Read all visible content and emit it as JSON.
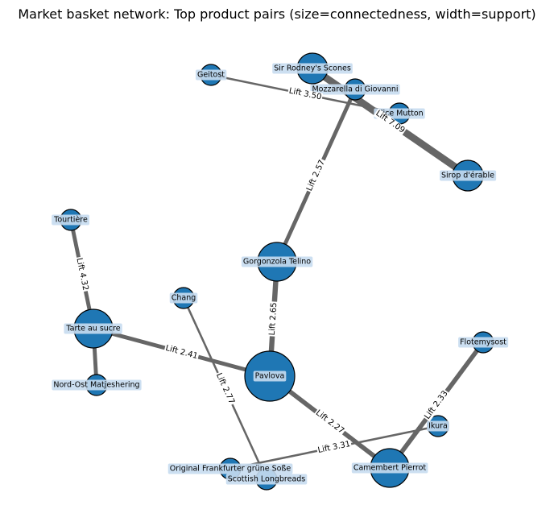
{
  "chart_data": {
    "type": "network",
    "title": "Market basket network: Top product pairs (size=connectedness, width=support)",
    "colors": {
      "node_fill": "#1f77b4",
      "node_stroke": "#000000",
      "edge": "#666666",
      "label_box": "#c7dcef"
    },
    "nodes": [
      {
        "id": "pavlova",
        "label": "Pavlova",
        "degree": 3
      },
      {
        "id": "gorgonzola",
        "label": "Gorgonzola Telino",
        "degree": 2
      },
      {
        "id": "camembert",
        "label": "Camembert Pierrot",
        "degree": 2
      },
      {
        "id": "sirrodney",
        "label": "Sir Rodney's Scones",
        "degree": 1
      },
      {
        "id": "sirop",
        "label": "Sirop d'érable",
        "degree": 1
      },
      {
        "id": "mozzarella",
        "label": "Mozzarella di Giovanni",
        "degree": 1
      },
      {
        "id": "alice",
        "label": "Alice Mutton",
        "degree": 1
      },
      {
        "id": "geitost",
        "label": "Geitost",
        "degree": 1
      },
      {
        "id": "tourtiere",
        "label": "Tourtière",
        "degree": 1
      },
      {
        "id": "tarte",
        "label": "Tarte au sucre",
        "degree": 2
      },
      {
        "id": "nordost",
        "label": "Nord-Ost Matjeshering",
        "degree": 1
      },
      {
        "id": "chang",
        "label": "Chang",
        "degree": 1
      },
      {
        "id": "flotemysost",
        "label": "Flotemysost",
        "degree": 1
      },
      {
        "id": "ikura",
        "label": "Ikura",
        "degree": 1
      },
      {
        "id": "frankfurter",
        "label": "Original Frankfurter grüne Soße",
        "degree": 1
      },
      {
        "id": "scottish",
        "label": "Scottish Longbreads",
        "degree": 1
      }
    ],
    "edges": [
      {
        "source": "sirrodney",
        "target": "sirop",
        "lift": "Lift 7.09",
        "support": 5
      },
      {
        "source": "geitost",
        "target": "alice",
        "lift": "Lift 3.50",
        "support": 1
      },
      {
        "source": "mozzarella",
        "target": "gorgonzola",
        "lift": "Lift 2.57",
        "support": 2.5
      },
      {
        "source": "tourtiere",
        "target": "tarte",
        "lift": "Lift 4.32",
        "support": 2.5
      },
      {
        "source": "tarte",
        "target": "nordost",
        "lift": "",
        "support": 2.5
      },
      {
        "source": "tarte",
        "target": "pavlova",
        "lift": "Lift 2.41",
        "support": 2.5
      },
      {
        "source": "gorgonzola",
        "target": "pavlova",
        "lift": "Lift 2.65",
        "support": 3.5
      },
      {
        "source": "chang",
        "target": "scottish",
        "lift": "Lift 2.77",
        "support": 1
      },
      {
        "source": "pavlova",
        "target": "camembert",
        "lift": "Lift 2.27",
        "support": 3
      },
      {
        "source": "flotemysost",
        "target": "camembert",
        "lift": "Lift 2.33",
        "support": 3
      },
      {
        "source": "ikura",
        "target": "frankfurter",
        "lift": "Lift 3.31",
        "support": 1
      }
    ]
  }
}
